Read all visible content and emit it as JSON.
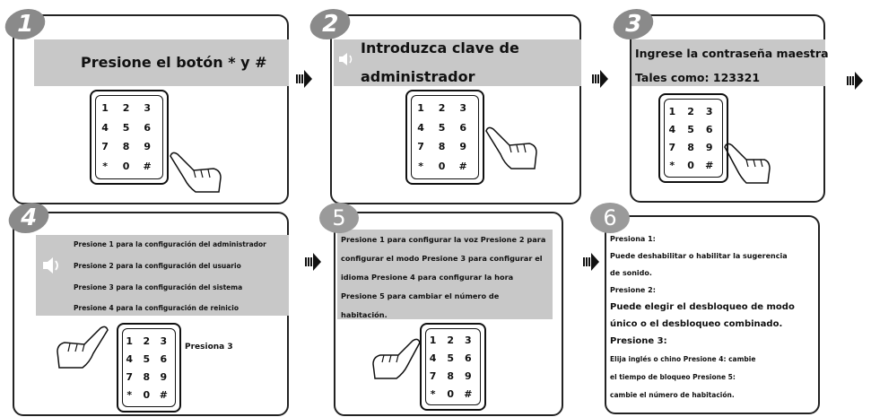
{
  "steps": {
    "s1": {
      "num": "1",
      "title": "Presione el botón * y #"
    },
    "s2": {
      "num": "2",
      "title_line1": "Introduzca clave de",
      "title_line2": "administrador"
    },
    "s3": {
      "num": "3",
      "line1": "Ingrese la contraseña maestra",
      "line2": "Tales como: 123321"
    },
    "s4": {
      "num": "4",
      "items": [
        "Presione 1 para la configuración del administrador",
        "Presione 2 para la configuración del usuario",
        "Presione 3 para la configuración del sistema",
        "Presione 4 para la configuración de reinicio"
      ],
      "note": "Presiona 3"
    },
    "s5": {
      "num": "5",
      "lines": [
        "Presione 1 para configurar la voz Presione 2 para",
        "configurar el modo Presione 3 para configurar el",
        "idioma Presione 4 para configurar la hora",
        "Presione 5 para cambiar el número de",
        "habitación."
      ]
    },
    "s6": {
      "num": "6",
      "lines": [
        "Presiona 1:",
        "Puede deshabilitar o habilitar la sugerencia",
        "de sonido.",
        "Presione 2:",
        "Puede elegir el desbloqueo de modo",
        "único o el desbloqueo combinado.",
        "Presione 3:",
        "Elija inglés o chino Presione 4: cambie",
        "el tiempo de bloqueo Presione 5:",
        "cambie el número de habitación."
      ]
    }
  },
  "keypad": {
    "keys": [
      "1",
      "2",
      "3",
      "4",
      "5",
      "6",
      "7",
      "8",
      "9",
      "*",
      "0",
      "#"
    ]
  },
  "colors": {
    "banner": "#c8c8c8",
    "badge": "#8a8a8a",
    "border": "#222222"
  }
}
